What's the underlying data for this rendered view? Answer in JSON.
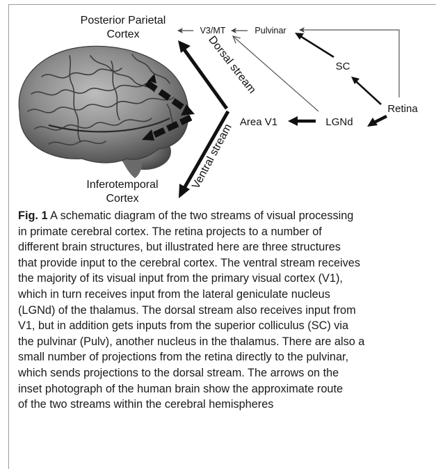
{
  "diagram": {
    "labels": {
      "posterior_parietal_line1": "Posterior Parietal",
      "posterior_parietal_line2": "Cortex",
      "v3mt": "V3/MT",
      "pulvinar": "Pulvinar",
      "sc": "SC",
      "retina": "Retina",
      "lgnd": "LGNd",
      "area_v1": "Area V1",
      "dorsal_stream": "Dorsal stream",
      "ventral_stream": "Ventral stream",
      "inferotemporal_line1": "Inferotemporal",
      "inferotemporal_line2": "Cortex"
    },
    "colors": {
      "arrow": "#111111",
      "thin_arrow": "#555555",
      "brain_base": "#8a8a8a",
      "brain_dark": "#4a4a4a",
      "brain_light": "#c8c8c8"
    }
  },
  "caption": {
    "fig_label": "Fig. 1",
    "lines": [
      " A schematic diagram of the two streams of visual processing",
      "in primate cerebral cortex. The retina projects to a number of",
      "different brain structures, but illustrated here are three structures",
      "that provide input to the cerebral cortex. The ventral stream receives",
      "the majority of its visual input from the primary visual cortex (V1),",
      "which in turn receives input from the lateral geniculate nucleus",
      "(LGNd) of the thalamus. The dorsal stream also receives input from",
      "V1, but in addition gets inputs from the superior colliculus (SC) via",
      "the pulvinar (Pulv), another nucleus in the thalamus. There are also a",
      "small number of projections from the retina directly to the pulvinar,",
      "which sends projections to the dorsal stream. The arrows on the",
      "inset photograph of the human brain show the approximate route",
      "of the two streams within the cerebral hemispheres"
    ]
  }
}
